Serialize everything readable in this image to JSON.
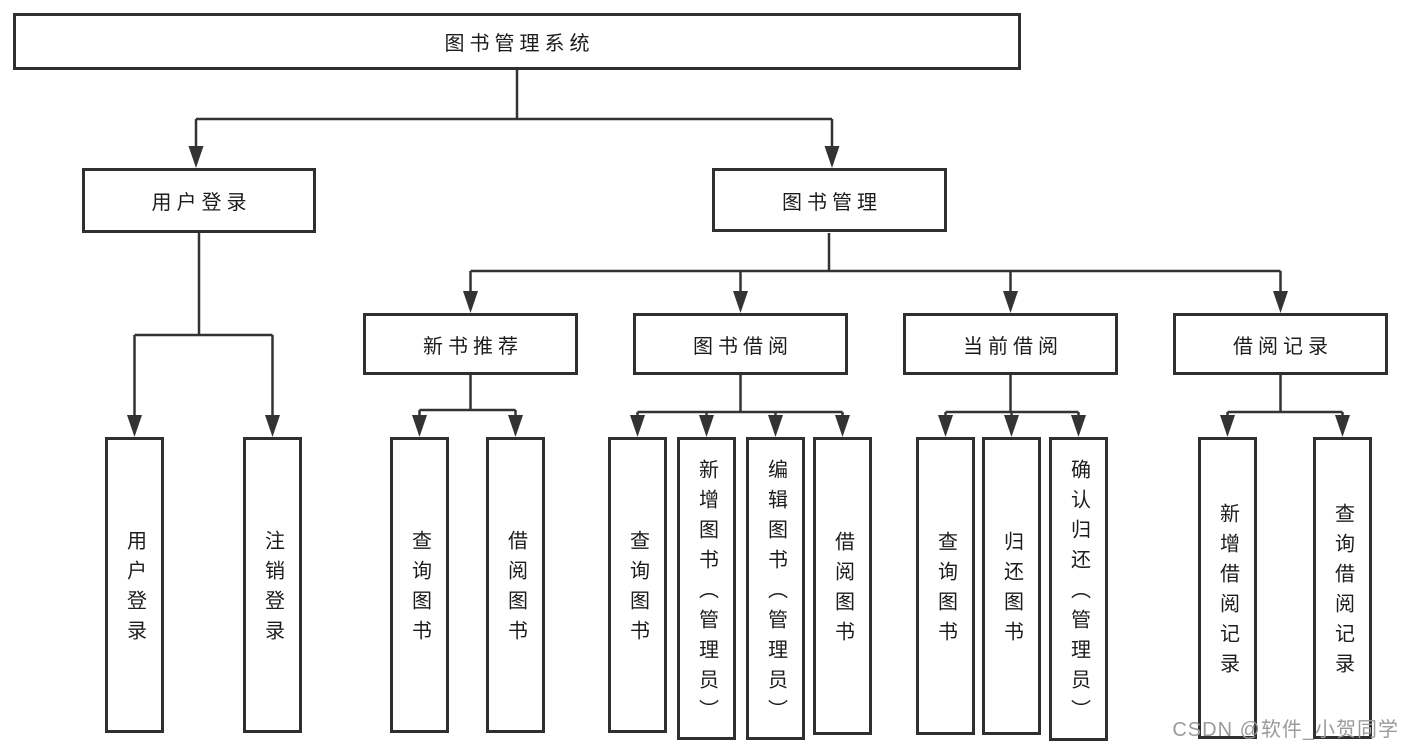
{
  "diagram": {
    "type": "hierarchy",
    "root": {
      "label": "图书管理系统",
      "children": [
        {
          "label": "用户登录",
          "children": [
            {
              "label": "用户登录"
            },
            {
              "label": "注销登录"
            }
          ]
        },
        {
          "label": "图书管理",
          "children": [
            {
              "label": "新书推荐",
              "children": [
                {
                  "label": "查询图书"
                },
                {
                  "label": "借阅图书"
                }
              ]
            },
            {
              "label": "图书借阅",
              "children": [
                {
                  "label": "查询图书"
                },
                {
                  "label": "新增图书（管理员）"
                },
                {
                  "label": "编辑图书（管理员）"
                },
                {
                  "label": "借阅图书"
                }
              ]
            },
            {
              "label": "当前借阅",
              "children": [
                {
                  "label": "查询图书"
                },
                {
                  "label": "归还图书"
                },
                {
                  "label": "确认归还（管理员）"
                }
              ]
            },
            {
              "label": "借阅记录",
              "children": [
                {
                  "label": "新增借阅记录"
                },
                {
                  "label": "查询借阅记录"
                }
              ]
            }
          ]
        }
      ]
    }
  },
  "watermark": {
    "text": "CSDN @软件_小贺同学"
  },
  "colors": {
    "line": "#333333",
    "box_border": "#2f2f2f",
    "text": "#1c1c1c",
    "watermark": "#9b9b9b",
    "background": "#ffffff"
  }
}
